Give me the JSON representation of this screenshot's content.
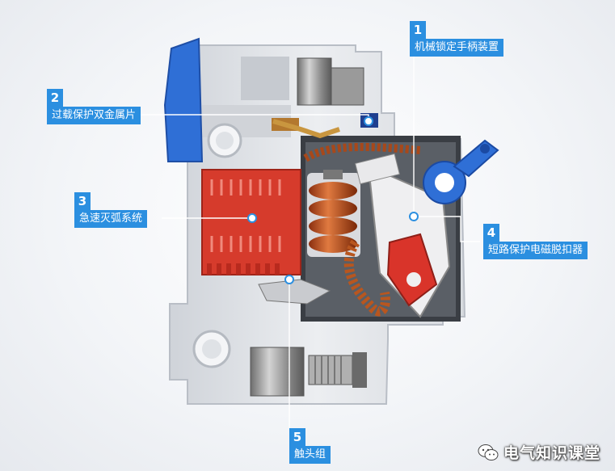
{
  "callouts": [
    {
      "number": "1",
      "label": "机械锁定手柄装置"
    },
    {
      "number": "2",
      "label": "过载保护双金属片"
    },
    {
      "number": "3",
      "label": "急速灭弧系统"
    },
    {
      "number": "4",
      "label": "短路保护电磁脱扣器"
    },
    {
      "number": "5",
      "label": "触头组"
    }
  ],
  "watermark": "电气知识课堂",
  "colors": {
    "callout_blue": "#2b8fe0",
    "housing": "#e4e6ea",
    "blue_cap": "#2f6fd6",
    "arc_chute_red": "#d63b2c",
    "coil_copper": "#c4521c",
    "lever_red": "#d9342a"
  },
  "icons": [
    "wechat-icon"
  ]
}
